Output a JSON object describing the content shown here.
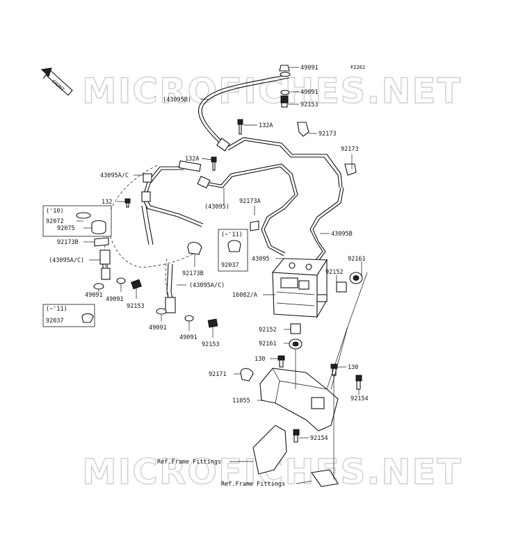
{
  "figure_code": "F2262",
  "watermark": "MICROFICHES.NET",
  "front_label": "FRONT",
  "labels": {
    "p49091_top": "49091",
    "p49091_mid": "49091",
    "p92153_top": "92153",
    "p43095B_top": "(43095B)",
    "p132A_a": "132A",
    "p92173_a": "92173",
    "p92173_b": "92173",
    "p132A_b": "132A",
    "p43095AC_a": "43095A/C",
    "p43095": "(43095)",
    "p92173A": "92173A",
    "p132": "132",
    "p43095B_r": "43095B",
    "p92072": "92072",
    "p92075": "92075",
    "p92173B_a": "92173B",
    "p43095AC_b": "(43095A/C)",
    "p43095_mid": "43095",
    "p92161_a": "92161",
    "p92152_a": "92152",
    "p16082A": "16082/A",
    "p49091_l": "49091",
    "p49091_l2": "49091",
    "p92153_l": "92153",
    "p92173B_b": "92173B",
    "p92037_b": "92037",
    "p43095AC_c": "(43095A/C)",
    "p92037_a": "92037",
    "p49091_b1": "49091",
    "p49091_b2": "49091",
    "p92153_b": "92153",
    "p92152_b": "92152",
    "p92161_b": "92161",
    "p130_a": "130",
    "p130_b": "130",
    "p92171": "92171",
    "p11055": "11055",
    "p92154_a": "92154",
    "p92154_b": "92154",
    "ref1": "Ref.Frame Fittings",
    "ref2": "Ref.Frame Fittings"
  },
  "boxes": {
    "box1_title": "('10)",
    "box2_title": "(~'11)",
    "box3_title": "(~'11)"
  }
}
